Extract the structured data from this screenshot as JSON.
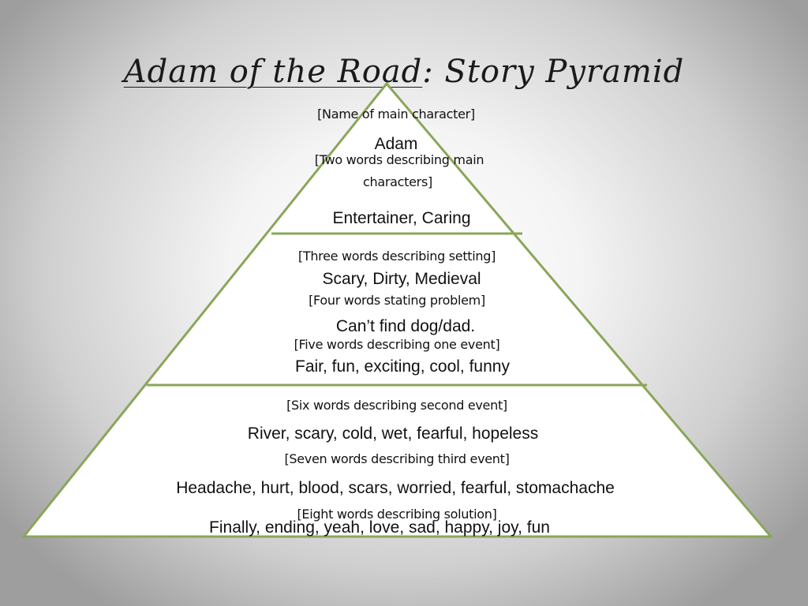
{
  "title": {
    "part1": "Adam of the Road",
    "part2": ": Story Pyramid"
  },
  "levels": [
    {
      "prompt": "[Name of main character]",
      "answer": "Adam"
    },
    {
      "prompt_line1": "[Two words describing main",
      "prompt_line2": "characters]",
      "answer": "Entertainer, Caring"
    },
    {
      "prompt": "[Three words describing setting]",
      "answer": "Scary, Dirty, Medieval"
    },
    {
      "prompt": "[Four words stating problem]",
      "answer": "Can’t find dog/dad."
    },
    {
      "prompt": "[Five words describing one event]",
      "answer": "Fair, fun, exciting, cool, funny"
    },
    {
      "prompt": "[Six words describing second event]",
      "answer": "River, scary, cold, wet, fearful, hopeless"
    },
    {
      "prompt": "[Seven words describing third event]",
      "answer": "Headache, hurt, blood, scars, worried, fearful, stomachache"
    },
    {
      "prompt": "[Eight words describing solution]",
      "answer": "Finally, ending, yeah, love, sad, happy, joy, fun"
    }
  ],
  "colors": {
    "outline": "#8aa65a",
    "fill": "#ffffff"
  }
}
